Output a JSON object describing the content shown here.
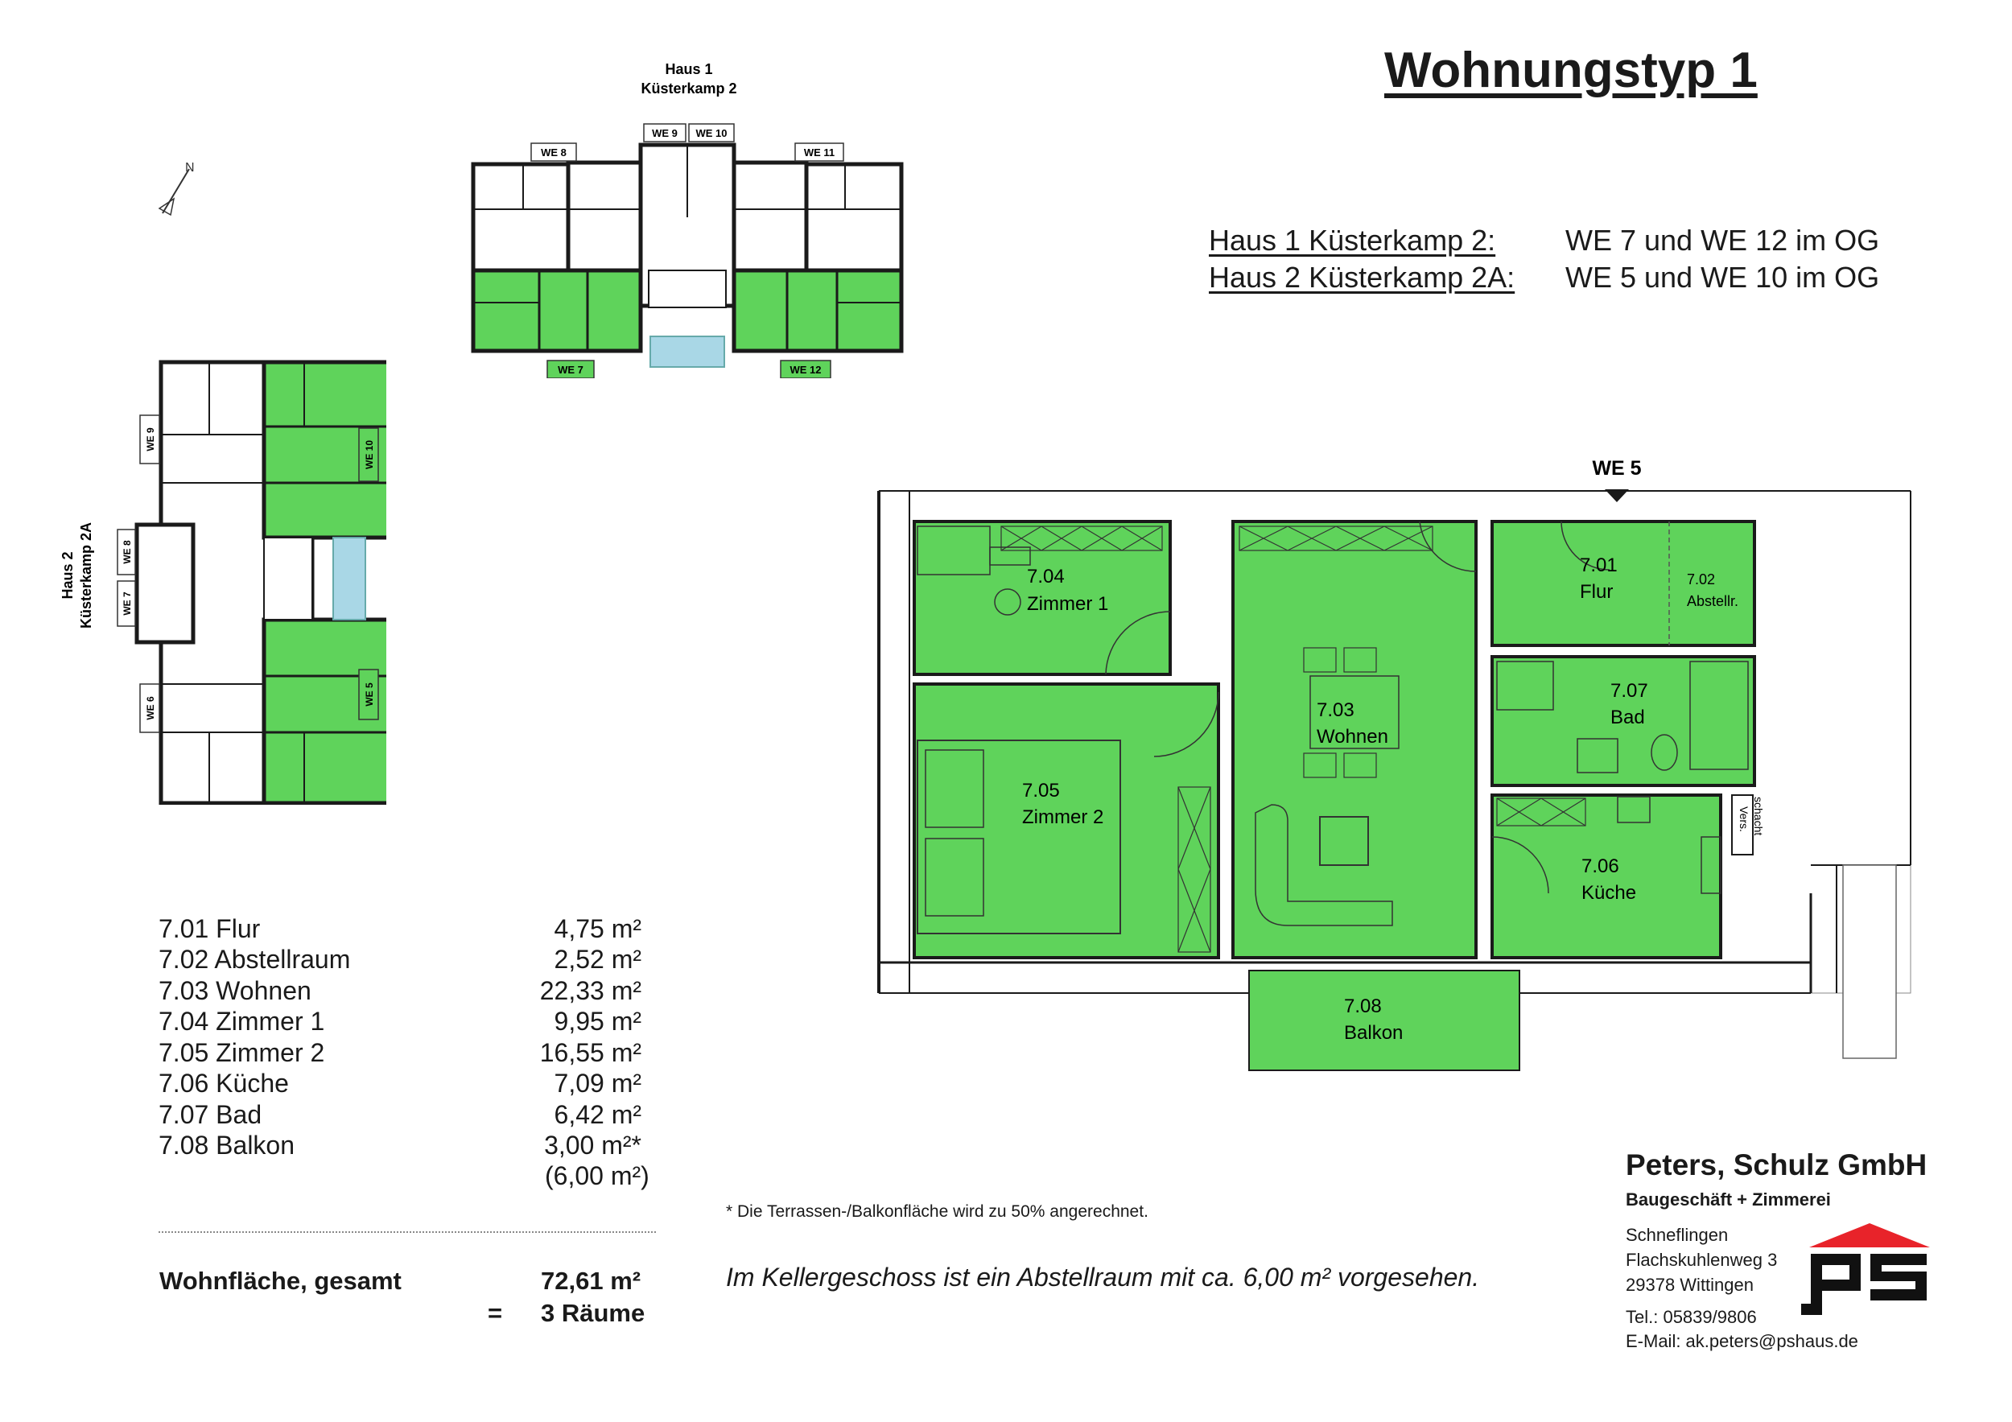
{
  "title": "Wohnungstyp 1",
  "house_info": [
    {
      "label": "Haus 1 Küsterkamp 2:",
      "units": "WE 7 und WE 12 im OG"
    },
    {
      "label": "Haus 2 Küsterkamp 2A:",
      "units": "WE 5 und WE 10 im OG"
    }
  ],
  "overview_haus1": {
    "title_line1": "Haus 1",
    "title_line2": "Küsterkamp 2",
    "unit_tags": [
      "WE 8",
      "WE 9",
      "WE 10",
      "WE 11",
      "WE 7",
      "WE 12"
    ]
  },
  "overview_haus2": {
    "title_line1": "Haus 2",
    "title_line2": "Küsterkamp 2A",
    "unit_tags": [
      "WE 9",
      "WE 10",
      "WE 8",
      "WE 7",
      "WE 6",
      "WE 5"
    ]
  },
  "north_arrow_label": "N",
  "floorplan": {
    "unit_marker": "WE 5",
    "rooms": [
      {
        "number": "7.01",
        "name": "Flur"
      },
      {
        "number": "7.02",
        "name": "Abstellr."
      },
      {
        "number": "7.03",
        "name": "Wohnen"
      },
      {
        "number": "7.04",
        "name": "Zimmer 1"
      },
      {
        "number": "7.05",
        "name": "Zimmer 2"
      },
      {
        "number": "7.06",
        "name": "Küche"
      },
      {
        "number": "7.07",
        "name": "Bad"
      },
      {
        "number": "7.08",
        "name": "Balkon"
      }
    ],
    "shaft_label_1": "Vers.",
    "shaft_label_2": "schacht"
  },
  "room_areas": [
    {
      "room": "7.01 Flur",
      "area": "4,75 m²"
    },
    {
      "room": "7.02 Abstellraum",
      "area": "2,52 m²"
    },
    {
      "room": "7.03 Wohnen",
      "area": "22,33 m²"
    },
    {
      "room": "7.04 Zimmer 1",
      "area": "9,95 m²"
    },
    {
      "room": "7.05 Zimmer 2",
      "area": "16,55 m²"
    },
    {
      "room": "7.06 Küche",
      "area": "7,09 m²"
    },
    {
      "room": "7.07 Bad",
      "area": "6,42 m²"
    },
    {
      "room": "7.08 Balkon",
      "area": "3,00 m²*"
    }
  ],
  "balkon_full_area": "(6,00 m²)",
  "total": {
    "label": "Wohnfläche, gesamt",
    "area": "72,61 m²",
    "equals": "=",
    "rooms": "3 Räume"
  },
  "footnote": "* Die Terrassen-/Balkonfläche wird zu 50% angerechnet.",
  "basement_note": "Im Kellergeschoss ist ein Abstellraum mit ca. 6,00 m² vorgesehen.",
  "company": {
    "name": "Peters, Schulz GmbH",
    "tagline": "Baugeschäft + Zimmerei",
    "address": [
      "Schneflingen",
      "Flachskuhlenweg 3",
      "29378 Wittingen"
    ],
    "phone": "Tel.: 05839/9806",
    "email": "E-Mail: ak.peters@pshaus.de",
    "logo_text": "ps",
    "logo_color": "#e8232a"
  },
  "colors": {
    "room_fill": "#5fd35b",
    "wall": "#1a1a1a",
    "stair": "#a9d7e6"
  }
}
